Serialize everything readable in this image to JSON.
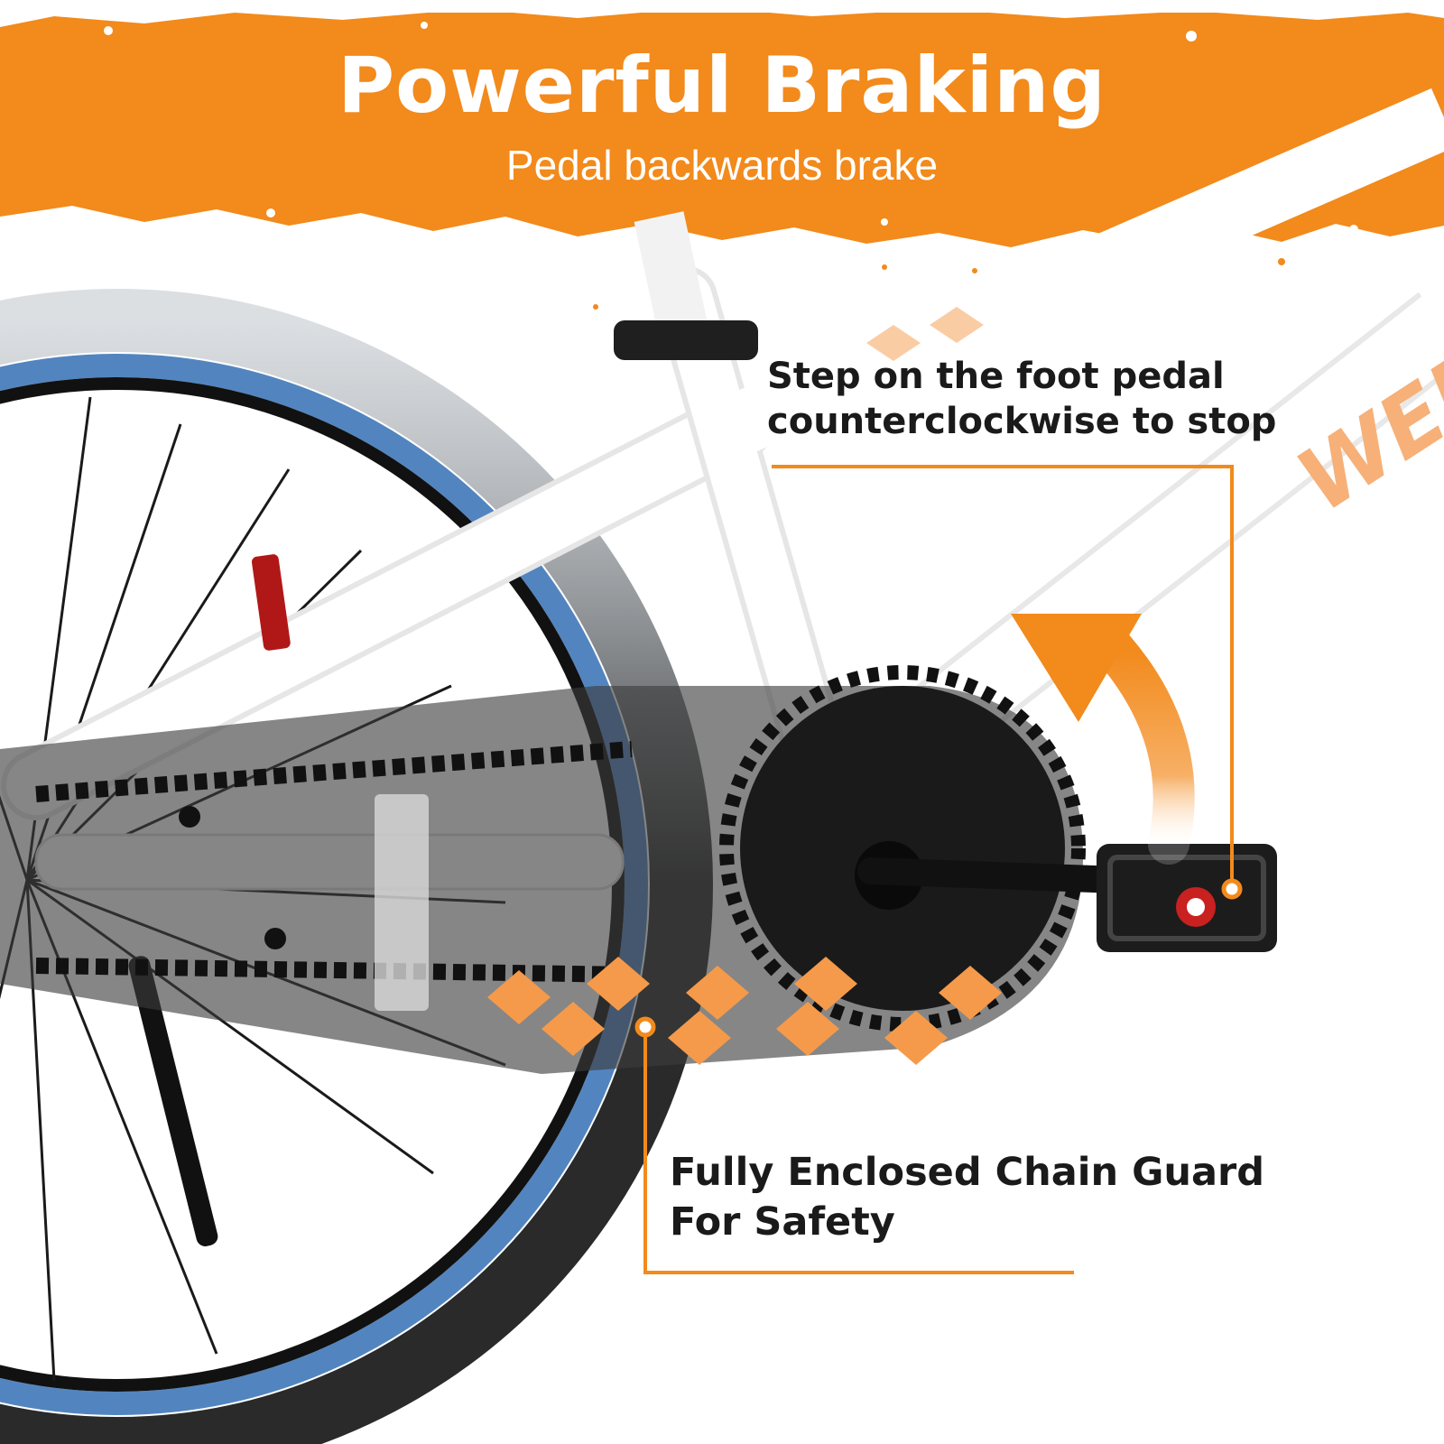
{
  "banner": {
    "title": "Powerful Braking",
    "subtitle": "Pedal backwards brake"
  },
  "callouts": {
    "pedal": {
      "line1": "Step on the foot pedal",
      "line2": "counterclockwise to stop"
    },
    "chain_guard": {
      "line1": "Fully Enclosed Chain Guard",
      "line2": "For Safety"
    }
  },
  "brand_lettering": "WEI",
  "colors": {
    "accent_orange": "#f28a1c",
    "frame_white": "#ffffff",
    "tire_blue": "#3f78b8",
    "guard_gray": "#4a4a4a",
    "text_dark": "#1a1a1a"
  },
  "icons": {
    "arrow": "curved-arrow-counterclockwise-icon",
    "marker": "callout-dot-icon"
  }
}
